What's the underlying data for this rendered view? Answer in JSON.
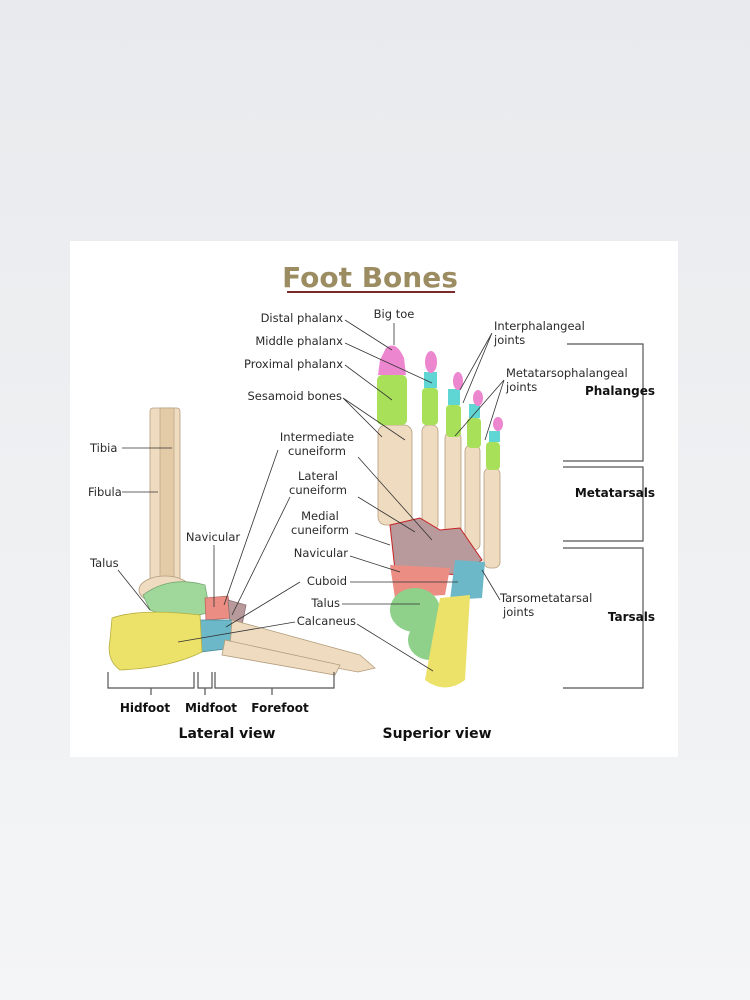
{
  "title": "Foot Bones",
  "superior_labels": {
    "big_toe": "Big toe",
    "distal_phalanx": "Distal phalanx",
    "middle_phalanx": "Middle phalanx",
    "proximal_phalanx": "Proximal phalanx",
    "sesamoid_bones": "Sesamoid bones",
    "intermediate_cuneiform": [
      "Intermediate",
      "cuneiform"
    ],
    "lateral_cuneiform": [
      "Lateral",
      "cuneiform"
    ],
    "medial_cuneiform": [
      "Medial",
      "cuneiform"
    ],
    "navicular": "Navicular",
    "cuboid": "Cuboid",
    "talus": "Talus",
    "calcaneus": "Calcaneus",
    "interphalangeal_joints": [
      "Interphalangeal",
      "joints"
    ],
    "metatarsophalangeal_joints": [
      "Metatarsophalangeal",
      "joints"
    ],
    "tarsometatarsal_joints": [
      "Tarsometatarsal",
      "joints"
    ]
  },
  "groups": {
    "phalanges": "Phalanges",
    "metatarsals": "Metatarsals",
    "tarsals": "Tarsals"
  },
  "lateral_labels": {
    "tibia": "Tibia",
    "fibula": "Fibula",
    "navicular": "Navicular",
    "talus": "Talus",
    "hidfoot": "Hidfoot",
    "midfoot": "Midfoot",
    "forefoot": "Forefoot"
  },
  "views": {
    "lateral": "Lateral view",
    "superior": "Superior view"
  },
  "colors": {
    "distal": "#ec86cf",
    "middle": "#5fd6d4",
    "proximal": "#a8e05a",
    "cuneiform": "#b89a9c",
    "navicular": "#ec8d84",
    "cuboid": "#6cb8c8",
    "talus": "#8fd08a",
    "calcaneus": "#ece26a",
    "bone": "#efdcc0",
    "title": "#9c8c62"
  }
}
